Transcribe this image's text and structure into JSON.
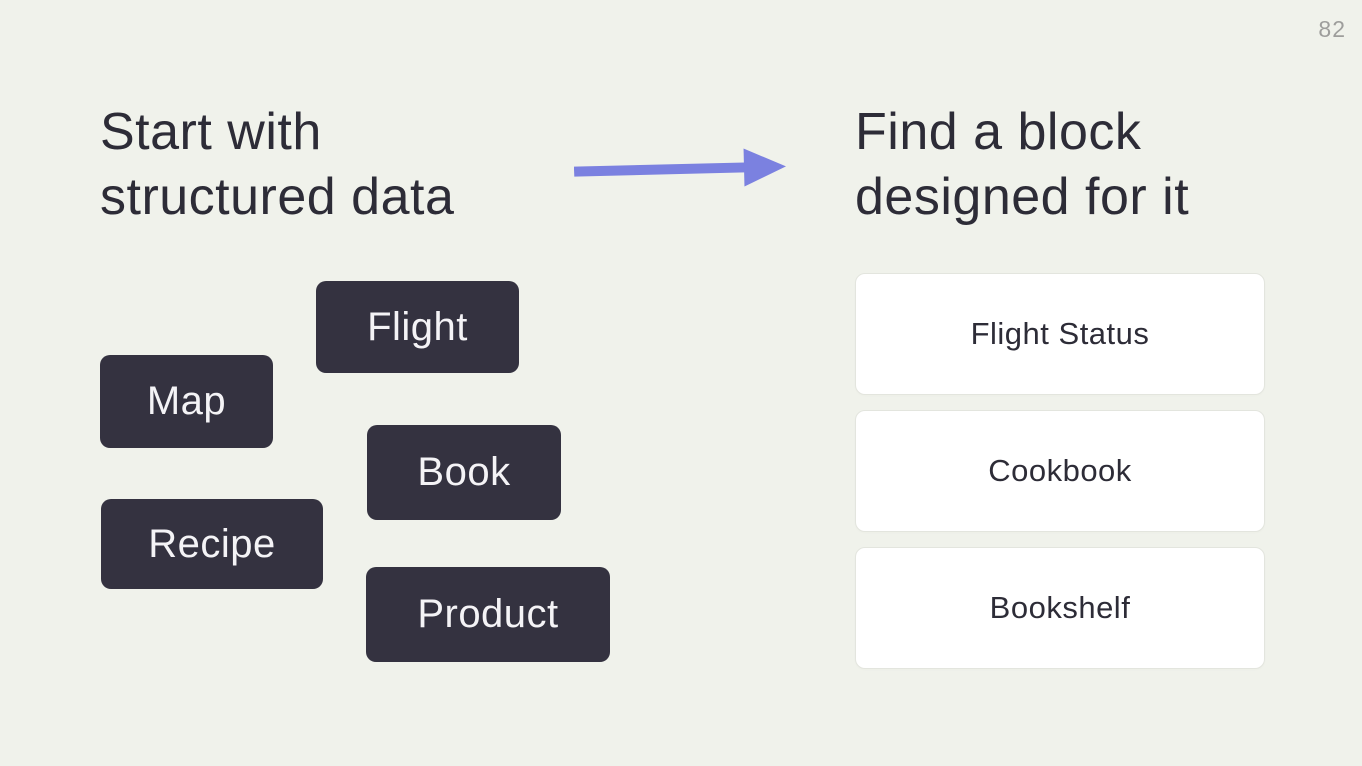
{
  "slide": {
    "page_number": "82",
    "left_panel": {
      "heading": "Start with\nstructured data",
      "data_blocks": [
        {
          "label": "Flight"
        },
        {
          "label": "Map"
        },
        {
          "label": "Book"
        },
        {
          "label": "Recipe"
        },
        {
          "label": "Product"
        }
      ]
    },
    "arrow": {
      "icon": "arrow-right-icon",
      "direction": "right"
    },
    "right_panel": {
      "heading": "Find a block\ndesigned for it",
      "block_cards": [
        {
          "label": "Flight Status"
        },
        {
          "label": "Cookbook"
        },
        {
          "label": "Bookshelf"
        }
      ]
    },
    "colors": {
      "background": "#f0f2eb",
      "heading_text": "#2d2c37",
      "dark_block_bg": "#343240",
      "dark_block_text": "#f4f3f6",
      "card_bg": "#ffffff",
      "card_border": "#e3e5de",
      "card_text": "#2d2c37",
      "arrow": "#7b81e0",
      "page_number_text": "#9e9e9c"
    }
  }
}
